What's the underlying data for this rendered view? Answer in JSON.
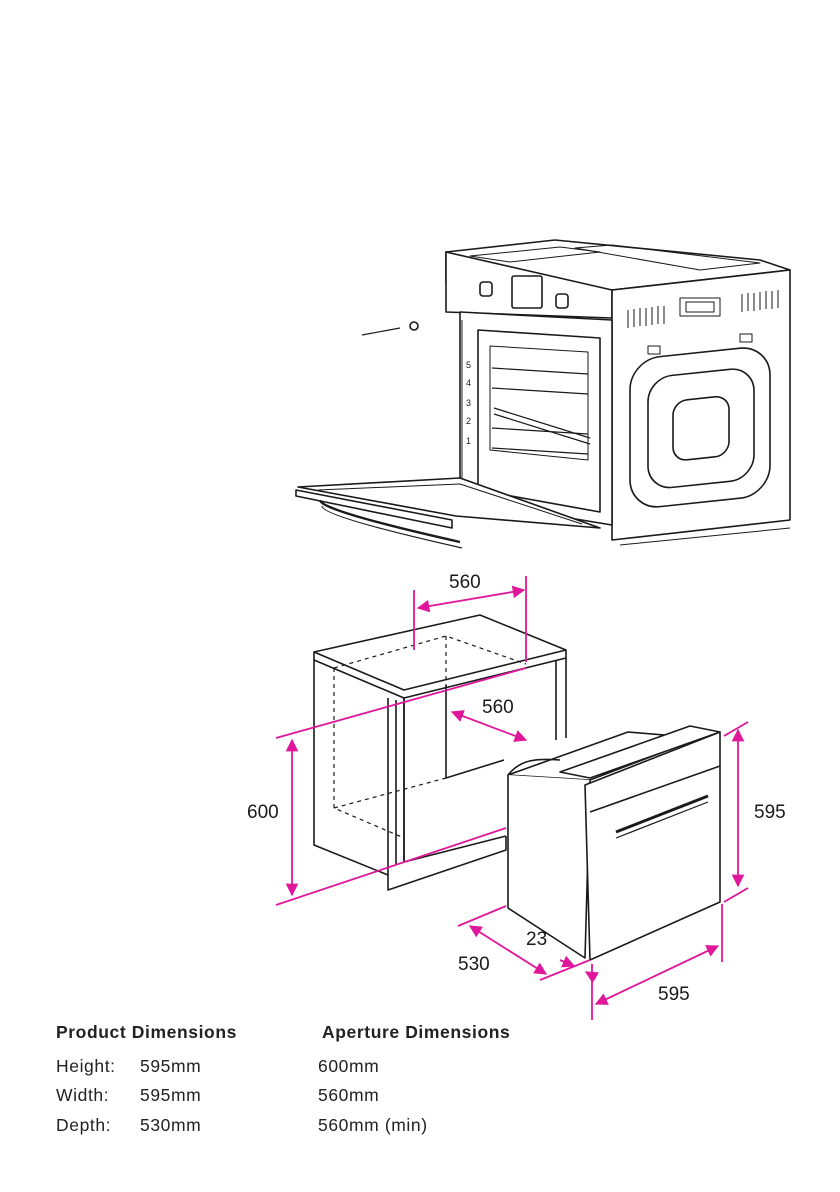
{
  "accent_color": "#e0179a",
  "diagram": {
    "labels": {
      "aperture_width": "560",
      "aperture_depth": "560",
      "aperture_height": "600",
      "product_height": "595",
      "product_width": "595",
      "product_depth": "530",
      "door_offset": "23"
    },
    "shelf_numbers": [
      "5",
      "4",
      "3",
      "2",
      "1"
    ]
  },
  "table": {
    "header_product": "Product Dimensions",
    "header_aperture": "Aperture Dimensions",
    "rows": [
      {
        "label": "Height:",
        "product": "595mm",
        "aperture": "600mm"
      },
      {
        "label": "Width:",
        "product": "595mm",
        "aperture": "560mm"
      },
      {
        "label": "Depth:",
        "product": "530mm",
        "aperture": "560mm (min)"
      }
    ]
  }
}
